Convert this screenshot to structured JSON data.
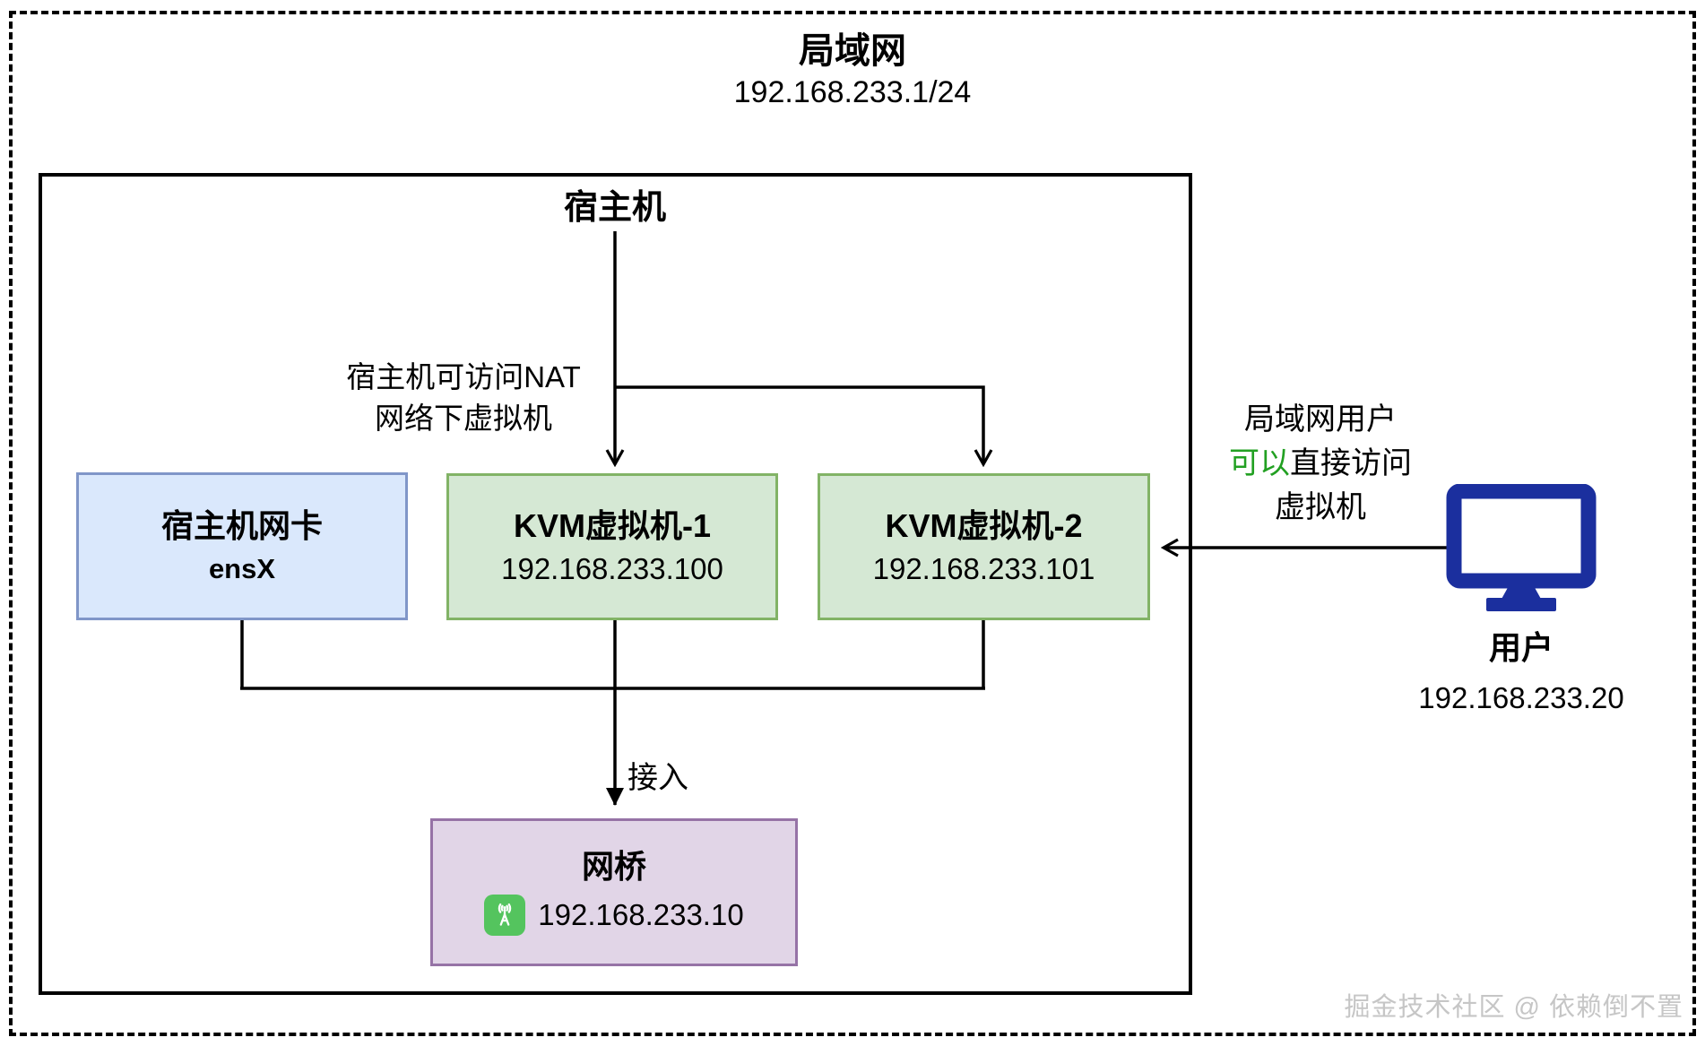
{
  "lan": {
    "title": "局域网",
    "subnet": "192.168.233.1/24"
  },
  "host": {
    "title": "宿主机"
  },
  "nodes": {
    "host_nic": {
      "title": "宿主机网卡",
      "device": "ensX"
    },
    "kvm1": {
      "title": "KVM虚拟机-1",
      "ip": "192.168.233.100"
    },
    "kvm2": {
      "title": "KVM虚拟机-2",
      "ip": "192.168.233.101"
    },
    "bridge": {
      "title": "网桥",
      "ip": "192.168.233.10",
      "icon": "broadcast-tower-icon"
    },
    "user": {
      "title": "用户",
      "ip": "192.168.233.20",
      "icon": "monitor-icon"
    }
  },
  "annotations": {
    "nat_note_line1": "宿主机可访问NAT",
    "nat_note_line2": "网络下虚拟机",
    "bridge_link_label": "接入",
    "lan_user_line1": "局域网用户",
    "lan_user_line2_highlight": "可以",
    "lan_user_line2_rest": "直接访问",
    "lan_user_line3": "虚拟机"
  },
  "watermark": "掘金技术社区 @ 依赖倒不置",
  "colors": {
    "line": "#000000",
    "nic_fill": "#dae8fc",
    "nic_border": "#8096c8",
    "vm_fill": "#d5e8d4",
    "vm_border": "#82b366",
    "bridge_fill": "#e1d5e7",
    "bridge_border": "#9673a6",
    "highlight_green_text": "#22a022",
    "bridge_icon_green": "#54c45e",
    "monitor_blue": "#1b2f9e",
    "watermark_gray": "#c6c6c6"
  }
}
